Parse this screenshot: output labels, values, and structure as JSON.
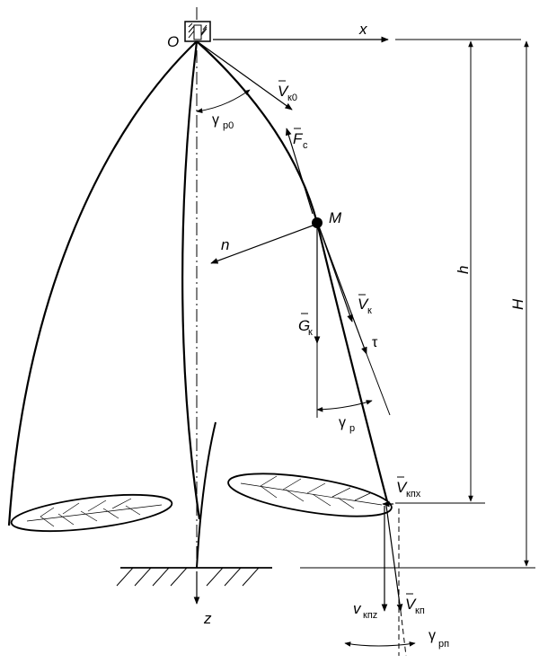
{
  "diagram": {
    "labels": {
      "origin": "O",
      "axis_x": "x",
      "axis_z": "z",
      "point_m": "M",
      "normal_n": "n",
      "tangent_tau": "τ",
      "height_h": "h",
      "height_H": "H",
      "v_k0_main": "V",
      "v_k0_sub": "к0",
      "gamma_p0_main": "γ",
      "gamma_p0_sub": "p0",
      "f_c_main": "F",
      "f_c_sub": "c",
      "v_k_main": "V",
      "v_k_sub": "к",
      "g_k_main": "G",
      "g_k_sub": "к",
      "gamma_p_main": "γ",
      "gamma_p_sub": "p",
      "v_kpx_main": "V",
      "v_kpx_sub": "кпx",
      "v_kpz_main": "v",
      "v_kpz_sub": "кпz",
      "v_kp_main": "V",
      "v_kp_sub": "кп",
      "gamma_pp_main": "γ",
      "gamma_pp_sub": "рп"
    }
  }
}
